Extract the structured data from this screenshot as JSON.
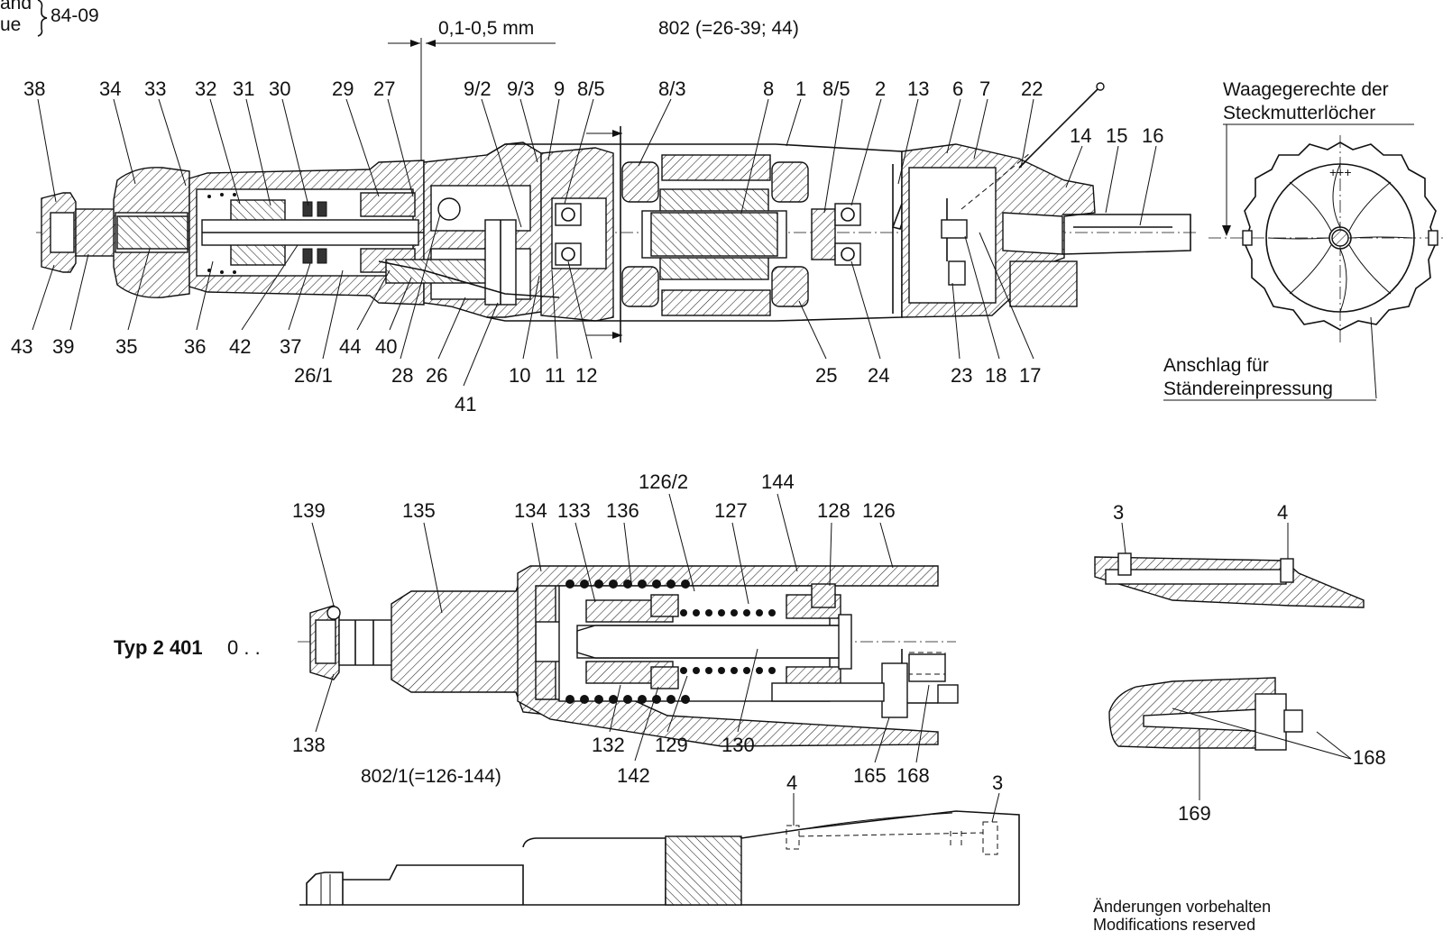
{
  "header": {
    "stand_label": "and",
    "issue_label": "ue",
    "date_code": "84-09",
    "gap_dimension": "0,1-0,5 mm",
    "assembly_note": "802 (=26-39; 44)"
  },
  "main_view": {
    "top_labels": [
      "38",
      "34",
      "33",
      "32",
      "31",
      "30",
      "29",
      "27",
      "9/2",
      "9/3",
      "9",
      "8/5",
      "8/3",
      "8",
      "1",
      "8/5",
      "2",
      "13",
      "6",
      "7",
      "22",
      "14",
      "15",
      "16"
    ],
    "bottom_labels": [
      "43",
      "39",
      "35",
      "36",
      "42",
      "37",
      "26/1",
      "44",
      "40",
      "28",
      "26",
      "41",
      "10",
      "11",
      "12",
      "25",
      "24",
      "23",
      "18",
      "17"
    ]
  },
  "end_view": {
    "title_de": "Waagegerechte der",
    "title_de_2": "Steckmutterlöcher",
    "stop_note": "Anschlag für",
    "stop_note_2": "Ständereinpressung"
  },
  "sub_view": {
    "type_label": "Typ 2 401",
    "type_suffix": "0 . .",
    "top_labels": [
      "139",
      "135",
      "134",
      "133",
      "136",
      "126/2",
      "144",
      "127",
      "128",
      "126"
    ],
    "bottom_labels": [
      "138",
      "132",
      "129",
      "130",
      "142",
      "165",
      "168"
    ],
    "assembly_note": "802/1(=126-144)"
  },
  "detail_top": {
    "labels": [
      "3",
      "4"
    ]
  },
  "detail_bottom": {
    "labels": [
      "168",
      "169"
    ]
  },
  "outline_view": {
    "labels": [
      "4",
      "3"
    ]
  },
  "footer": {
    "modifications_de": "Änderungen vorbehalten",
    "modifications_en": "Modifications reserved"
  }
}
